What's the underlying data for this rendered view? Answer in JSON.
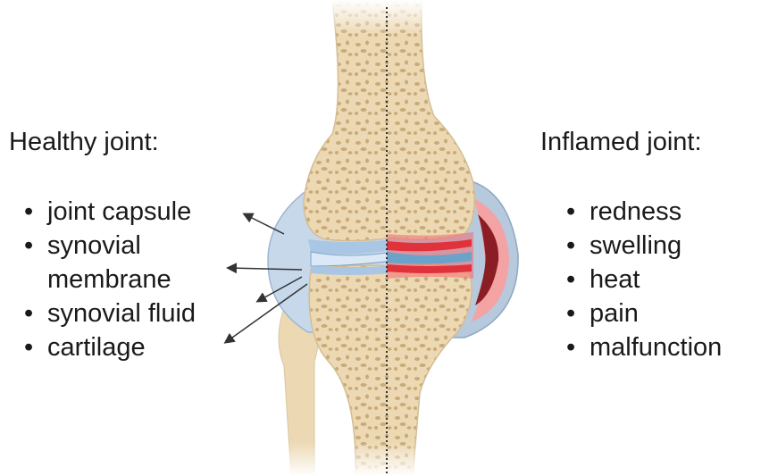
{
  "healthy": {
    "heading": "Healthy joint:",
    "items": [
      "joint capsule",
      "synovial",
      "membrane",
      "synovial fluid",
      "cartilage"
    ]
  },
  "inflamed": {
    "heading": "Inflamed joint:",
    "items": [
      "redness",
      "swelling",
      "heat",
      "pain",
      "malfunction"
    ]
  },
  "colors": {
    "bone": "#ecd9b4",
    "bone_spots": "#c9aa78",
    "capsule_healthy": "#c7d8ea",
    "inflamed_red": "#e0323b",
    "divider": "#333333"
  }
}
